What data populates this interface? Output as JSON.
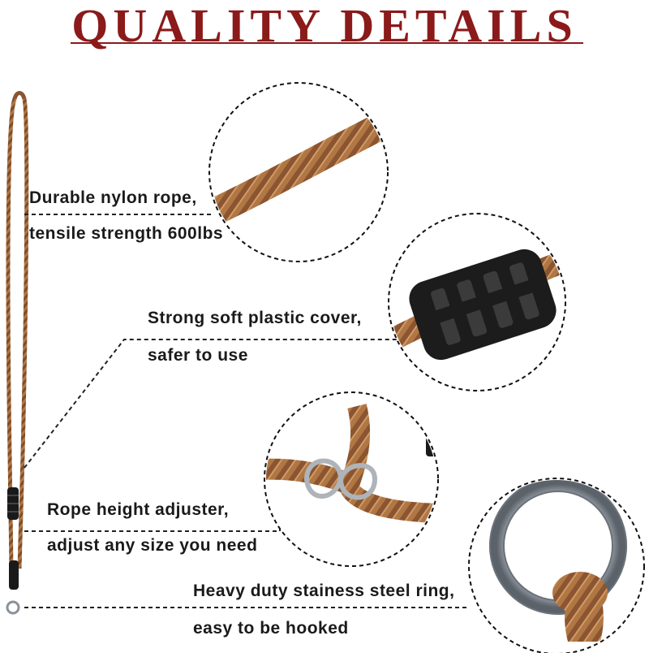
{
  "title": "QUALITY DETAILS",
  "features": [
    {
      "line1": "Durable nylon rope,",
      "line2": "tensile strength 600lbs",
      "icon": "rope-detail-icon"
    },
    {
      "line1": "Strong soft plastic cover,",
      "line2": "safer to use",
      "icon": "plastic-cover-icon"
    },
    {
      "line1": "Rope height adjuster,",
      "line2": "adjust any size you need",
      "icon": "height-adjuster-icon"
    },
    {
      "line1": "Heavy duty stainess steel ring,",
      "line2": "easy to be hooked",
      "icon": "steel-ring-icon"
    }
  ],
  "colors": {
    "title": "#8b1a1a",
    "rope": "#a9703f",
    "rope_dark": "#6e4422",
    "cover": "#1a1a1a",
    "steel": "#b9bec4"
  }
}
